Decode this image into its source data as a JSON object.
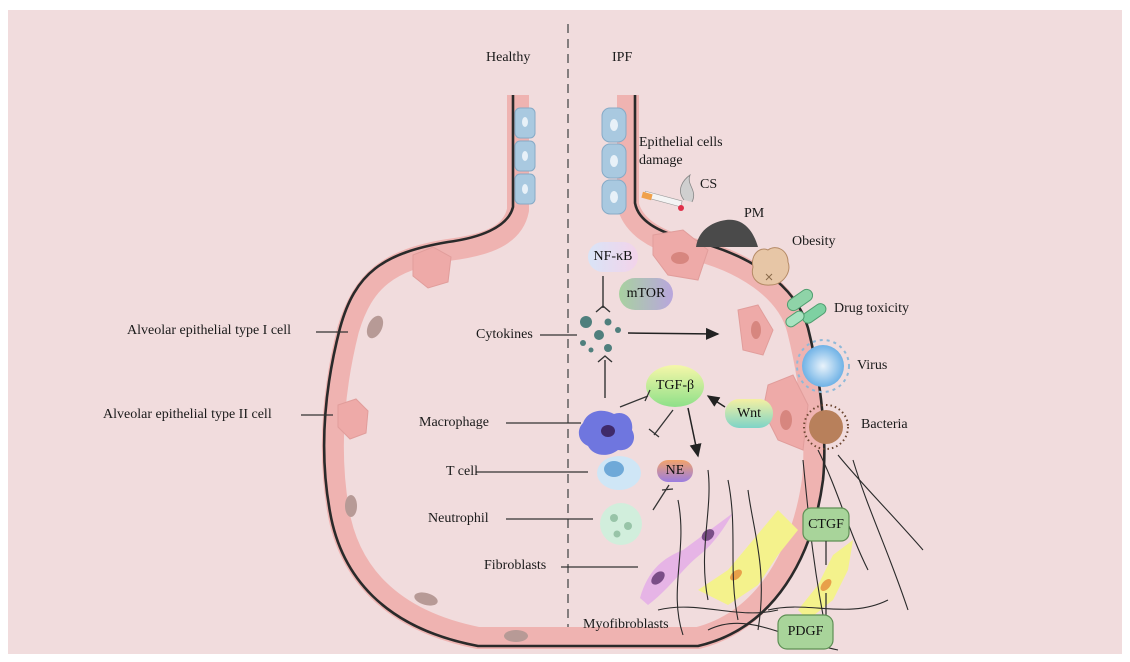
{
  "panels": {
    "left": "Healthy",
    "right": "IPF"
  },
  "left_labels": {
    "type1": "Alveolar epithelial type I cell",
    "type2": "Alveolar epithelial type II cell",
    "cytokines": "Cytokines",
    "macrophage": "Macrophage",
    "tcell": "T cell",
    "neutrophil": "Neutrophil",
    "fibroblasts": "Fibroblasts",
    "myofibroblasts": "Myofibroblasts"
  },
  "causes": {
    "epithelial_line1": "Epithelial cells",
    "epithelial_line2": "damage",
    "cs": "CS",
    "pm": "PM",
    "obesity": "Obesity",
    "drug": "Drug toxicity",
    "virus": "Virus",
    "bacteria": "Bacteria"
  },
  "factors": {
    "nfkb": "NF-κB",
    "mtor": "mTOR",
    "tgfb": "TGF-β",
    "wnt": "Wnt",
    "ne": "NE",
    "ctgf": "CTGF",
    "pdgf": "PDGF"
  },
  "colors": {
    "background": "#f1dcdd",
    "cell_pink": "#eeaaa8",
    "epithelial_blue": "#a9c9e0",
    "ctgf_pdgf_green": "#a8d49a"
  }
}
